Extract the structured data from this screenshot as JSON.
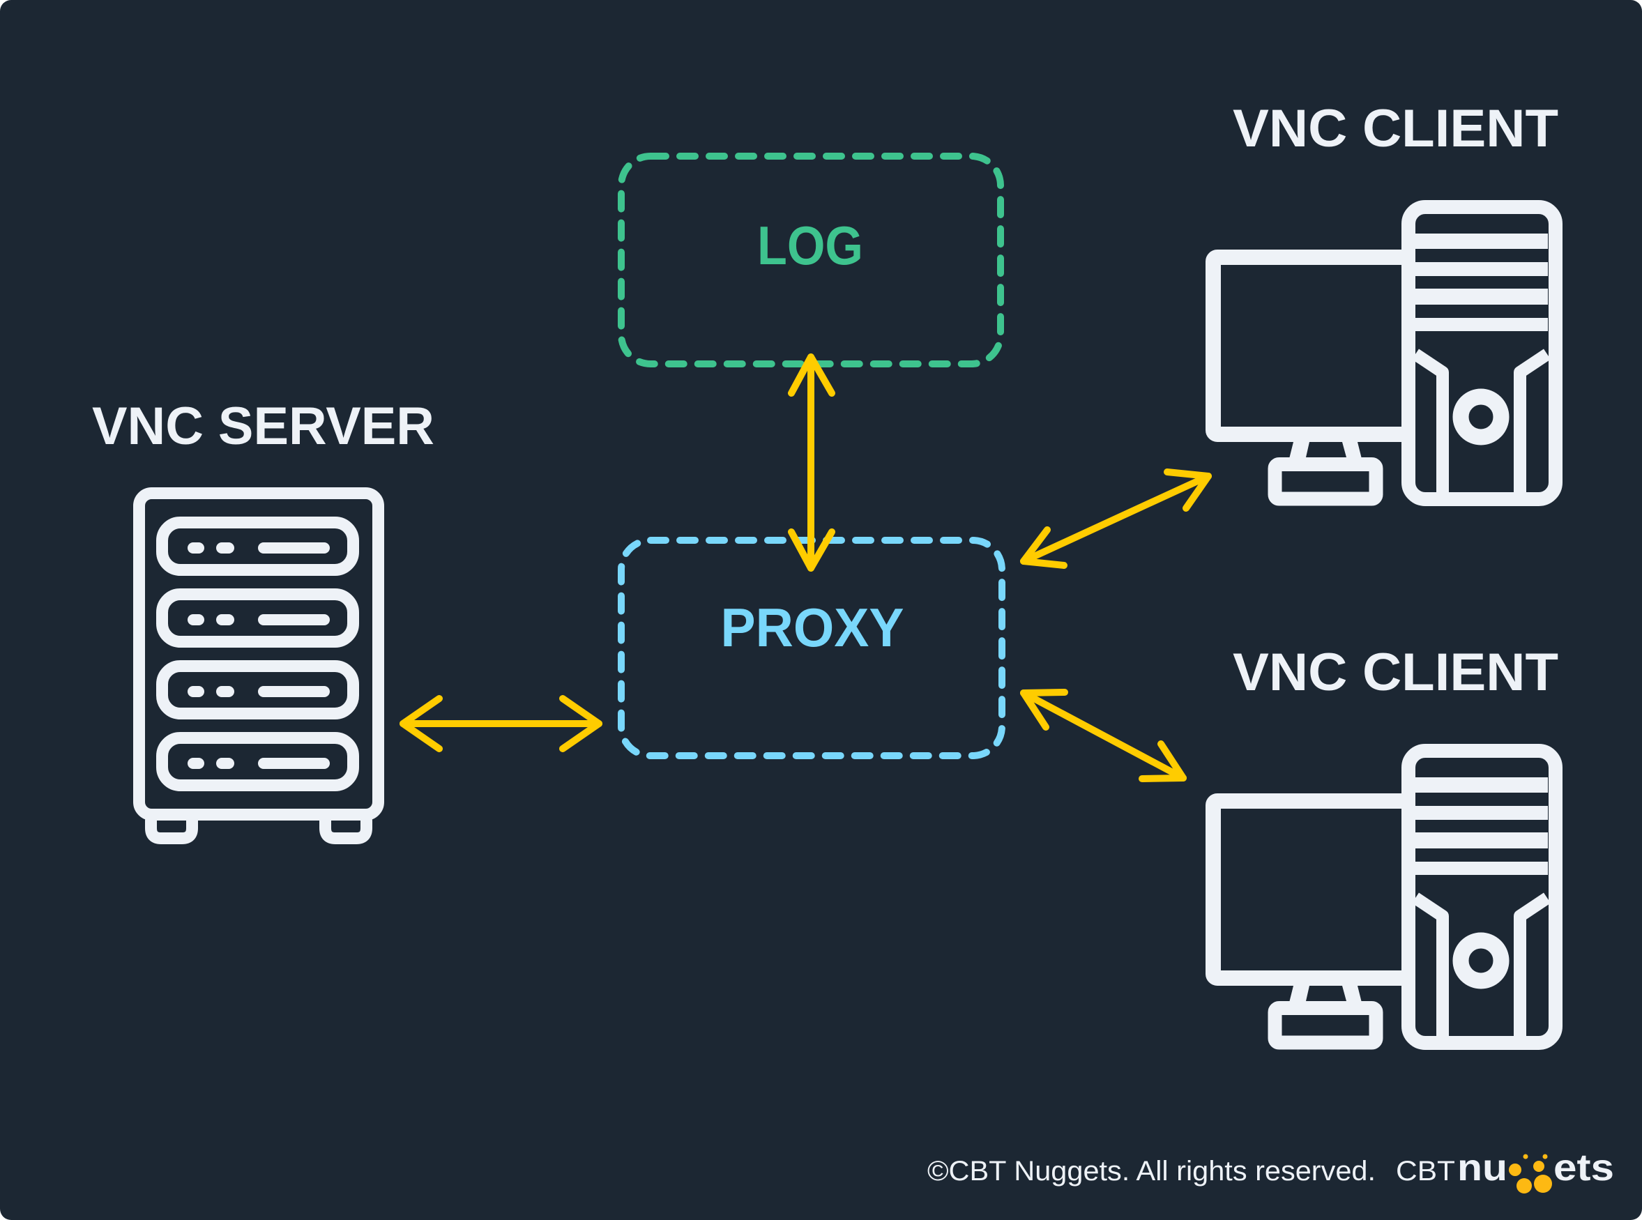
{
  "diagram": {
    "title": "VNC proxy architecture",
    "colors": {
      "background": "#1C2733",
      "icon": "#EEF2F7",
      "arrow": "#FFCC00",
      "log": "#3EC38E",
      "proxy": "#79D7FB",
      "logo_dots": "#FDB913"
    },
    "nodes": [
      {
        "id": "server",
        "label": "VNC SERVER",
        "icon": "server-rack-icon"
      },
      {
        "id": "log",
        "label": "LOG",
        "shape": "dashed-rounded-box"
      },
      {
        "id": "proxy",
        "label": "PROXY",
        "shape": "dashed-rounded-box"
      },
      {
        "id": "client1",
        "label": "VNC CLIENT",
        "icon": "desktop-computer-icon"
      },
      {
        "id": "client2",
        "label": "VNC CLIENT",
        "icon": "desktop-computer-icon"
      }
    ],
    "edges": [
      {
        "from": "server",
        "to": "proxy",
        "direction": "bidirectional"
      },
      {
        "from": "log",
        "to": "proxy",
        "direction": "bidirectional"
      },
      {
        "from": "proxy",
        "to": "client1",
        "direction": "bidirectional"
      },
      {
        "from": "proxy",
        "to": "client2",
        "direction": "bidirectional"
      }
    ]
  },
  "footer": {
    "copyright": "©CBT Nuggets. All rights reserved.",
    "logo_prefix": "CBT",
    "logo_part1": "nu",
    "logo_part2": "ets"
  }
}
